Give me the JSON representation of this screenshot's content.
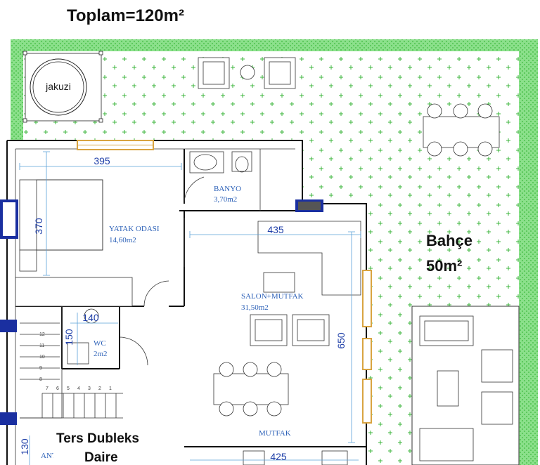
{
  "header": {
    "total_area": "Toplam=120m²"
  },
  "garden": {
    "title": "Bahçe",
    "area": "50m²"
  },
  "jacuzzi": {
    "label": "jakuzi"
  },
  "rooms": {
    "bedroom": {
      "name": "YATAK ODASI",
      "area": "14,60m2"
    },
    "bathroom": {
      "name": "BANYO",
      "area": "3,70m2"
    },
    "living": {
      "name": "SALON+MUTFAK",
      "area": "31,50m2"
    },
    "wc": {
      "name": "WC",
      "area": "2m2"
    },
    "kitchen": {
      "name": "MUTFAK"
    },
    "entrance": {
      "name": "ANTRE"
    }
  },
  "dimensions": {
    "bedroom_width": "395",
    "bedroom_height": "370",
    "living_width": "435",
    "living_height": "650",
    "wc_width": "140",
    "wc_height": "150",
    "entrance_height": "130",
    "kitchen_width": "425"
  },
  "footer": {
    "line1": "Ters Dubleks",
    "line2": "Daire"
  },
  "stairs": {
    "steps": [
      "12",
      "11",
      "10",
      "9",
      "8",
      "7",
      "6",
      "5",
      "4",
      "3",
      "2",
      "1"
    ]
  },
  "colors": {
    "wall": "#111111",
    "grass_border": "#5fd35f",
    "grass_mark": "#3cb63c",
    "accent_blue": "#1a2fa0",
    "window_frame": "#d9a441",
    "dimension": "#1f3fa8",
    "room_label": "#2e62b8"
  }
}
